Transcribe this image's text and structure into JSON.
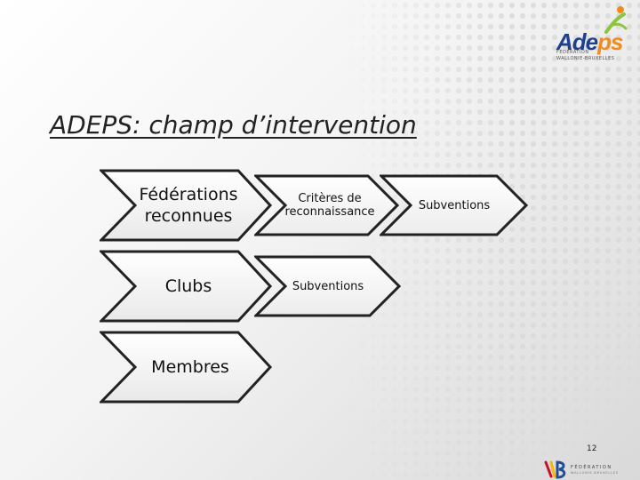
{
  "logo": {
    "brand_prefix": "Ade",
    "brand_suffix": "ps",
    "line1": "FÉDÉRATION",
    "line2": "WALLONIE-BRUXELLES"
  },
  "title": "ADEPS: champ d’intervention",
  "rows": [
    {
      "label": "Fédérations reconnues",
      "steps": [
        "Critères de reconnaissance",
        "Subventions"
      ]
    },
    {
      "label": "Clubs",
      "steps": [
        "Subventions"
      ]
    },
    {
      "label": "Membres",
      "steps": []
    }
  ],
  "page_number": "12",
  "footer_logo": {
    "line1": "FÉDÉRATION",
    "line2": "WALLONIE-BRUXELLES"
  }
}
